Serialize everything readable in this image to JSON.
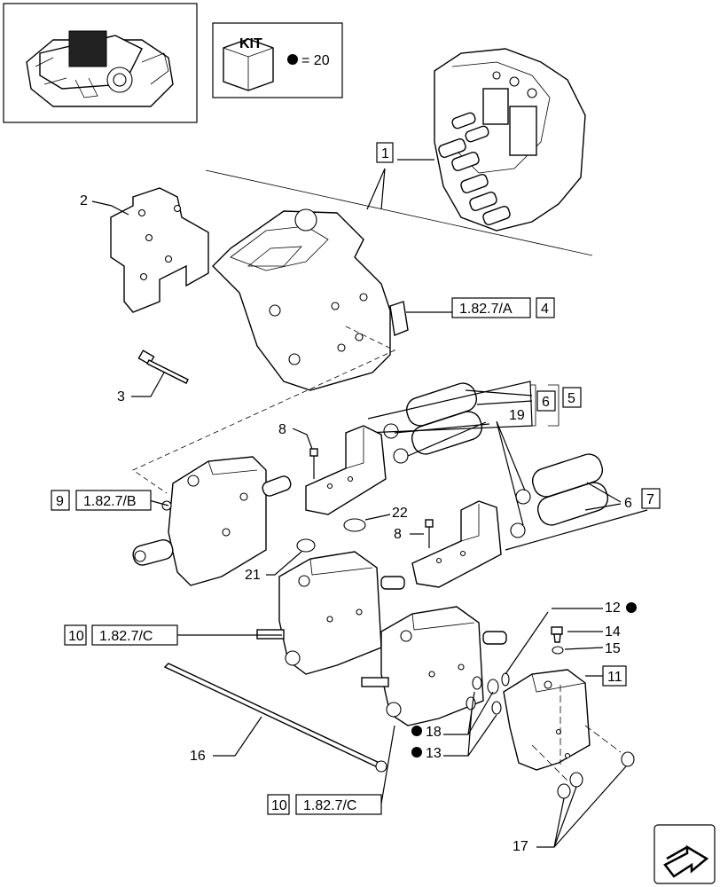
{
  "kit_legend": {
    "kit_label": "KIT",
    "equals": "= 20"
  },
  "callouts": {
    "c1": "1",
    "c2": "2",
    "c3": "3",
    "c4_ref": "1.82.7/A",
    "c4_num": "4",
    "c5": "5",
    "c6a": "6",
    "c6b": "6",
    "c7": "7",
    "c8a": "8",
    "c8b": "8",
    "c9_num": "9",
    "c9_ref": "1.82.7/B",
    "c10a_num": "10",
    "c10a_ref": "1.82.7/C",
    "c10b_num": "10",
    "c10b_ref": "1.82.7/C",
    "c11": "11",
    "c12": "12",
    "c13": "13",
    "c14": "14",
    "c15": "15",
    "c16": "16",
    "c17": "17",
    "c18": "18",
    "c19": "19",
    "c21": "21",
    "c22": "22"
  }
}
